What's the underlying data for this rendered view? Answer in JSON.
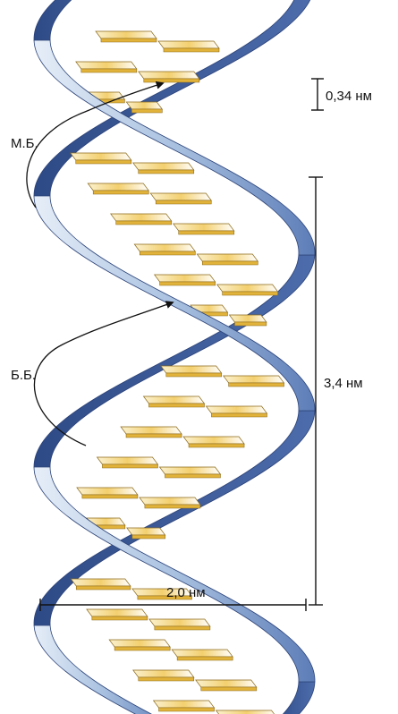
{
  "labels": {
    "minor_groove": "М.Б.",
    "major_groove": "Б.Б.",
    "base_rise": "0,34 нм",
    "helix_pitch": "3,4 нм",
    "diameter": "2,0 нм"
  },
  "colors": {
    "strand_dark": "#3f5d9c",
    "strand_light": "#c3d6ec",
    "strand_edge": "#2d4479",
    "base_top": "#f5d476",
    "base_side": "#e2b33a",
    "base_edge": "#8c6a1a",
    "line": "#111111"
  }
}
